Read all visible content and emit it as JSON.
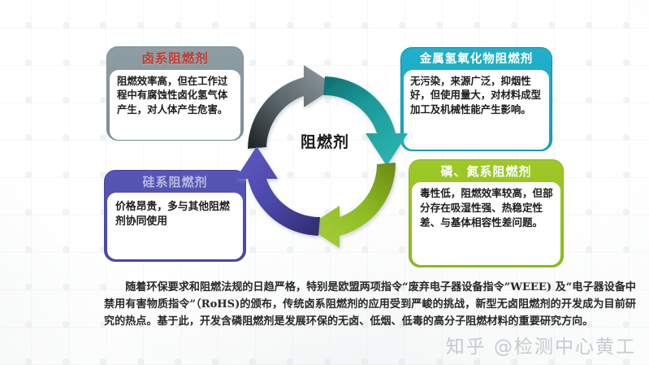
{
  "page": {
    "center_label": "阻燃剂",
    "watermark": "知乎 @检测中心黄工"
  },
  "cards": {
    "halogen": {
      "title": "卤系阻燃剂",
      "body": "阻燃效率高，但在工作过程中有腐蚀性卤化氢气体产生，对人体产生危害。",
      "header_color": "#7d8f97",
      "title_color": "#c2392f"
    },
    "metal_hydroxide": {
      "title": "金属氢氧化物阻燃剂",
      "body": "无污染，来源广泛，抑烟性好，但使用量大，对材料成型加工及机械性能产生影响。",
      "header_color": "#11a3bd",
      "title_color": "#ffffff"
    },
    "phosphorus_nitrogen": {
      "title": "磷、氮系阻燃剂",
      "body": "毒性低，阻燃效率较高，但部分存在吸湿性强、热稳定性差、与基体相容性差问题。",
      "header_color": "#8cbb1e",
      "title_color": "#ffffff"
    },
    "silicon": {
      "title": "硅系阻燃剂",
      "body": "价格昂贵，多与其他阻燃剂协同使用",
      "header_color": "#4a4aa8",
      "title_color": "#b9b9e0"
    }
  },
  "arrows": {
    "top_left": {
      "name": "gray-arrow",
      "color": "#4a5457"
    },
    "top_right": {
      "name": "teal-arrow",
      "color": "#1a8a8a"
    },
    "bottom_right": {
      "name": "green-arrow",
      "color": "#8aba28"
    },
    "bottom_left": {
      "name": "purple-arrow",
      "color": "#4a46a8"
    }
  },
  "paragraph": {
    "text": "随着环保要求和阻燃法规的日趋严格，特别是欧盟两项指令“废弃电子器设备指令”WEEE) 及“电子器设备中禁用有害物质指令”（RoHS)的颁布，传统卤系阻燃剂的应用受到严峻的挑战，新型无卤阻燃剂的开发成为目前研究的热点。基于此，开发含磷阻燃剂是发展环保的无卤、低烟、低毒的高分子阻燃材料的重要研究方向。"
  }
}
